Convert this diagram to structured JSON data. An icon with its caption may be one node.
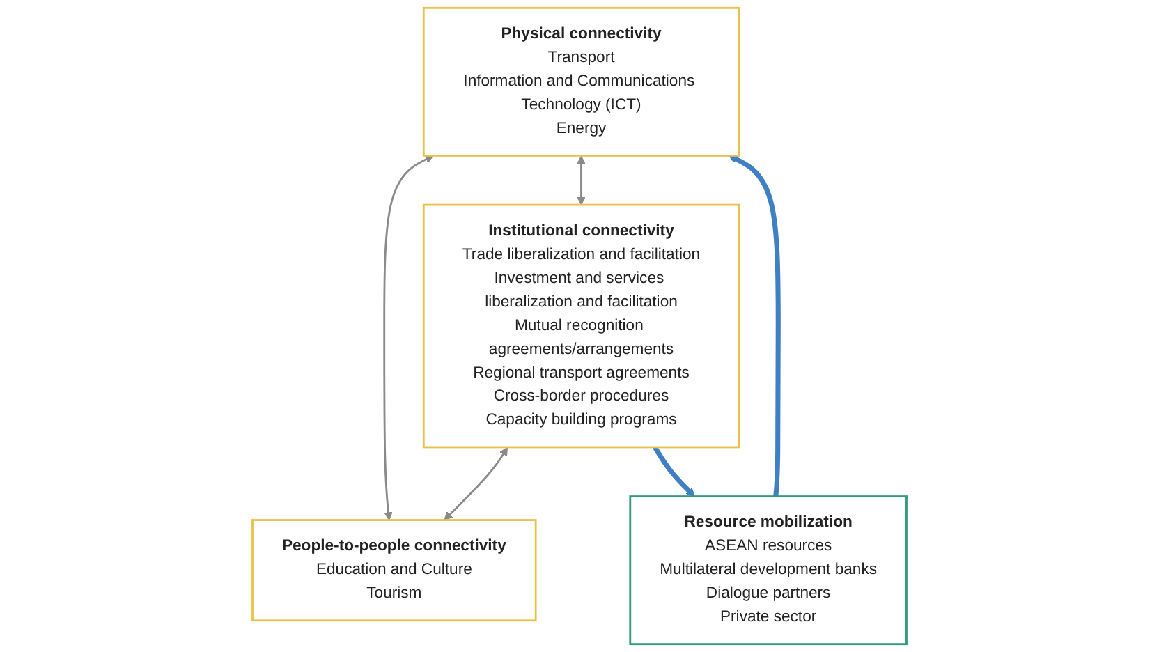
{
  "diagram": {
    "nodes": [
      {
        "text": [
          "Physical connectivity",
          "Transport",
          "Information and Communications Technology (ICT)",
          "Energy"
        ]
      },
      {
        "text": [
          "Institutional connectivity",
          "Trade liberalization and facilitation",
          "Investment and services liberalization and facilitation",
          "Mutual recognition agreements/arrangements",
          "Regional transport agreements",
          "Cross-border procedures",
          "Capacity building programs"
        ]
      },
      {
        "text": [
          "People-to-people connectivity",
          "Education and Culture",
          "Tourism"
        ]
      },
      {
        "text": [
          "Resource mobilization",
          "ASEAN resources",
          "Multilateral development banks",
          "Dialogue partners",
          "Private sector"
        ]
      }
    ],
    "edges": [
      {
        "from": 0,
        "to": 1,
        "arrow": "both"
      },
      {
        "from": 0,
        "to": 2,
        "arrow": "both"
      },
      {
        "from": 1,
        "to": 2,
        "arrow": "both"
      },
      {
        "from": 1,
        "to": 3,
        "arrow": "to",
        "style": "thick",
        "color": "#3f7fc4"
      },
      {
        "from": 3,
        "to": 0,
        "arrow": "to",
        "style": "thick",
        "color": "#3f7fc4"
      }
    ]
  }
}
